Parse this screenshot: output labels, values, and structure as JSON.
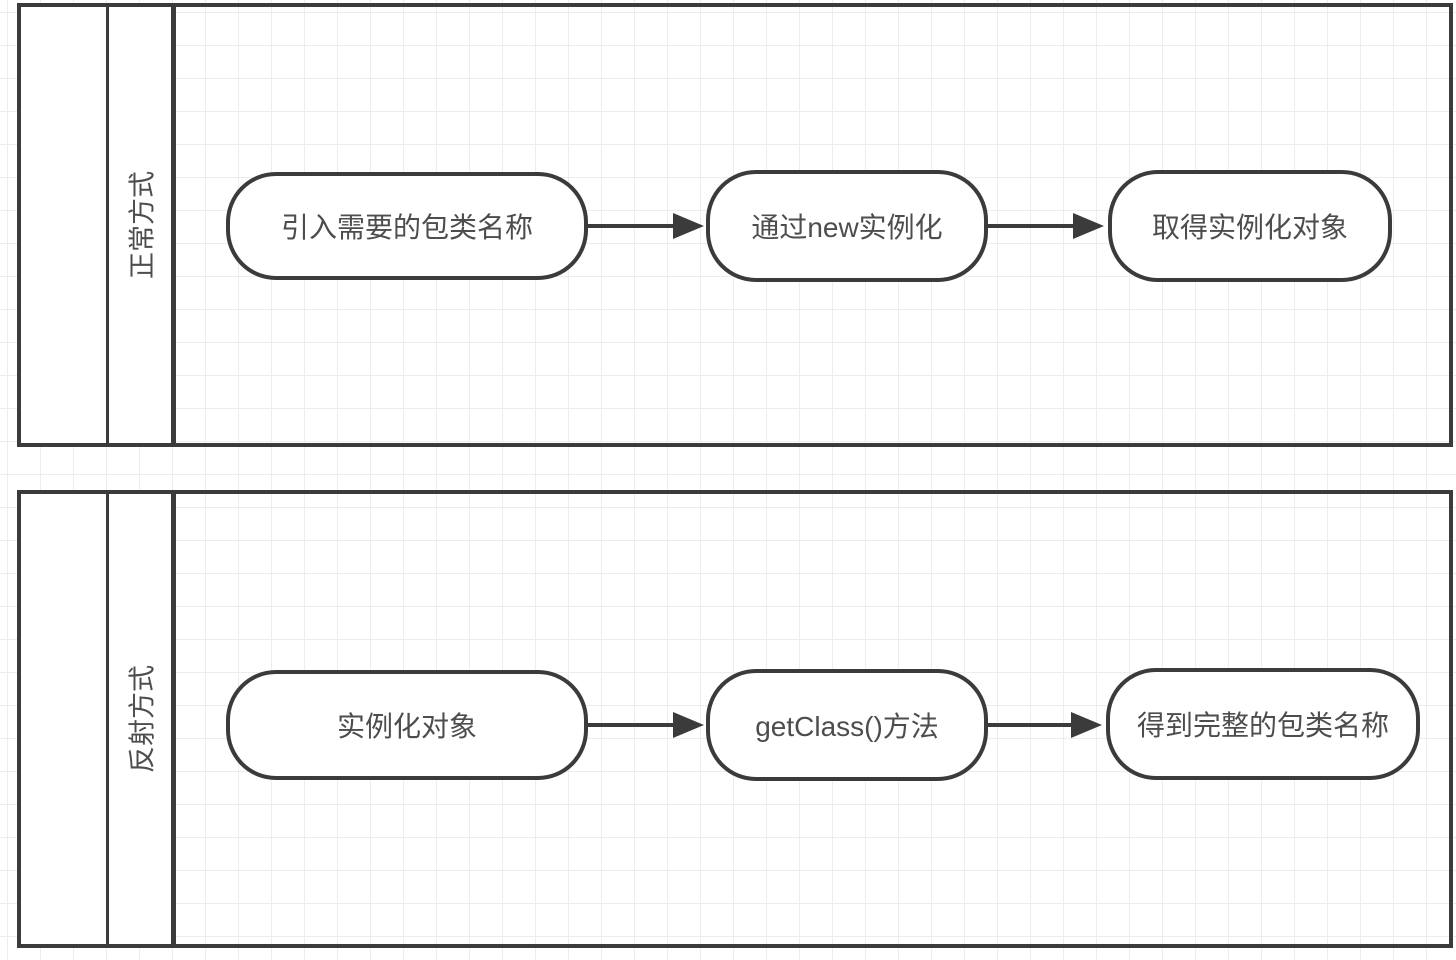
{
  "diagram": {
    "type": "swimlane-flowchart",
    "colors": {
      "stroke": "#3b3b3b",
      "text": "#4d4d4d",
      "grid": "#ededed",
      "background": "#ffffff",
      "shape_fill": "#ffffff"
    },
    "lanes": [
      {
        "label": "正常方式",
        "steps": [
          "引入需要的包类名称",
          "通过new实例化",
          "取得实例化对象"
        ]
      },
      {
        "label": "反射方式",
        "steps": [
          "实例化对象",
          "getClass()方法",
          "得到完整的包类名称"
        ]
      }
    ]
  }
}
